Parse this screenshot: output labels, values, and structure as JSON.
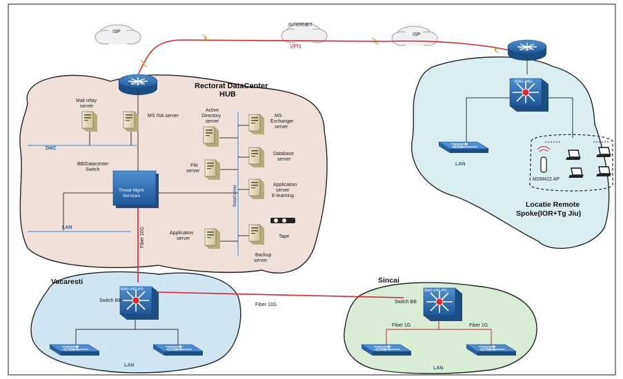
{
  "internet": {
    "label": "INTERNET",
    "vpn_label": "VPN",
    "isp_left": "ISP",
    "isp_right": "ISP"
  },
  "hub": {
    "title_line1": "Rectorat DataCenter",
    "title_line2": "HUB",
    "router_label": "C2800",
    "dmz_label": "DMZ",
    "lan_label": "LAN",
    "datacenter_label": "DataCenter",
    "switch_label_line1": "BB/Datacenter",
    "switch_label_line2": "Switch",
    "tmg_line1": "Threat Mgmt",
    "tmg_line2": "Services",
    "uplink_label": "Fiber 10G",
    "servers": {
      "mail_relay": [
        "Mail relay",
        "server"
      ],
      "isa": [
        "MS ISA server"
      ],
      "active_directory": [
        "Active",
        "Directory",
        "server"
      ],
      "exchange": [
        "MS",
        "Exchanger",
        "server"
      ],
      "database": [
        "Database",
        "server"
      ],
      "file": [
        "File",
        "server"
      ],
      "elearning": [
        "Application",
        "server",
        "E-learning"
      ],
      "application": [
        "Application",
        "server"
      ],
      "backup": [
        "Backup",
        "server"
      ],
      "tape": [
        "Tape"
      ]
    }
  },
  "remote": {
    "title_line1": "Locatie Remote",
    "title_line2": "Spoke(IOR+Tg Jiu)",
    "router_label": "C1800",
    "switch_label": "3560-24G",
    "access_switch_label": "2960",
    "lan_label": "LAN",
    "ap_label": "MSM422 AP"
  },
  "vacaresti": {
    "title": "Vacaresti",
    "switch_model": "3560-24G-PS",
    "switch_label": "Switch BB",
    "lan_label": "LAN",
    "access1": "2960-1",
    "access2": "2960-n"
  },
  "sincai": {
    "title": "Sincai",
    "switch_model": "3560-24G-PS",
    "switch_label": "Switch BB",
    "lan_label": "LAN",
    "fiber_left": "Fiber 1G",
    "fiber_right": "Fiber 1G",
    "access1": "2960-1",
    "access2": "2960-n"
  },
  "links": {
    "vac_sincai": "Fiber 10G"
  },
  "colors": {
    "hub_fill": "#f0e0da",
    "remote_fill": "#d9eef0",
    "vacaresti_fill": "#cfe6f2",
    "sincai_fill": "#d8ecd6",
    "device_blue": "#2f6fb3",
    "link_red": "#d9252e",
    "lan_line": "#8fb8d8"
  },
  "icons": [
    "cloud-icon",
    "router-icon",
    "multilayer-switch-icon",
    "workgroup-switch-icon",
    "server-icon",
    "laptop-icon",
    "wireless-ap-icon",
    "tape-drive-icon",
    "lightning-bolt-icon"
  ]
}
